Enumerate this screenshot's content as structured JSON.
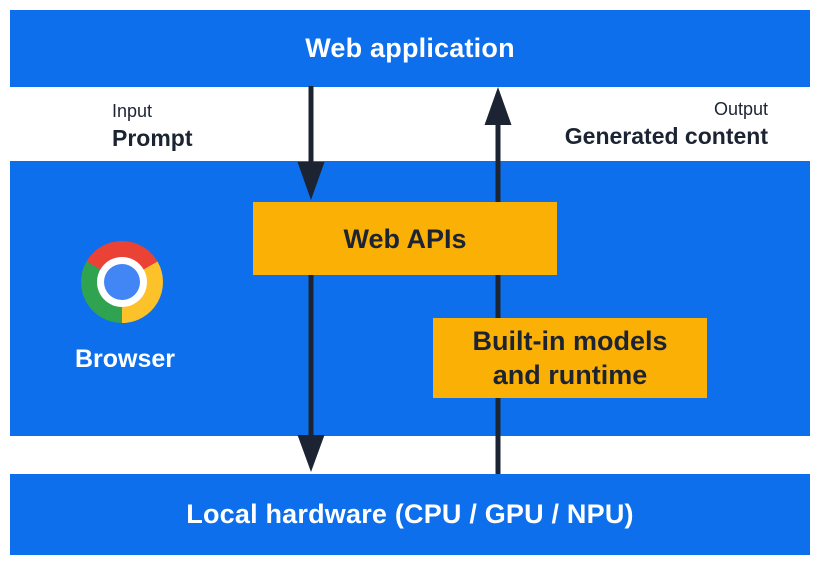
{
  "colors": {
    "blue": "#0D6FEC",
    "yellow": "#FBB005",
    "dark": "#1C2433",
    "logo_red": "#EA4335",
    "logo_yellow": "#FDC229",
    "logo_green": "#30A350",
    "logo_blue": "#4285F4"
  },
  "bands": {
    "web_application": "Web application",
    "local_hardware": "Local hardware (CPU / GPU / NPU)"
  },
  "flow_labels": {
    "input_caption": "Input",
    "input_value": "Prompt",
    "output_caption": "Output",
    "output_value": "Generated content"
  },
  "browser": {
    "label": "Browser"
  },
  "boxes": {
    "web_apis": "Web APIs",
    "builtin_line1": "Built-in models",
    "builtin_line2": "and runtime"
  },
  "arrows": {
    "input_flow": "arrow-down",
    "output_flow": "arrow-up"
  }
}
